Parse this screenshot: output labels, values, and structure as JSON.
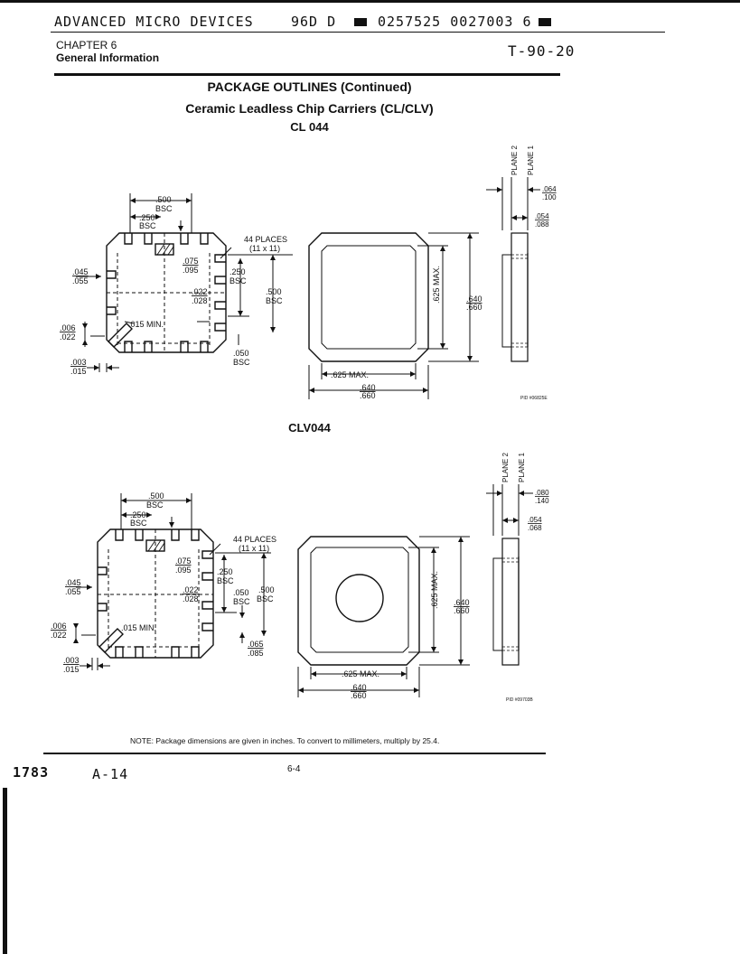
{
  "header": {
    "company": "ADVANCED MICRO DEVICES",
    "code_a": "96D D",
    "code_b": "0257525 0027003 6",
    "chapter": "CHAPTER 6",
    "section": "General Information",
    "ref": "T-90-20"
  },
  "title": "PACKAGE OUTLINES (Continued)",
  "subtitle": "Ceramic Leadless Chip Carriers (CL/CLV)",
  "figures": [
    {
      "name": "CL 044",
      "pid": "PID #06825E",
      "dims": {
        "bsc500": ".500",
        "bsc": "BSC",
        "bsc250": ".250",
        "places": "44 PLACES",
        "grid": "(11 x 11)",
        "d075": ".075",
        "d095": ".095",
        "d045": ".045",
        "d055": ".055",
        "d250": ".250",
        "d022": ".022",
        "d028": ".028",
        "d500": ".500",
        "min015": ".015 MIN.",
        "d006": ".006",
        "d022b": ".022",
        "d050": ".050",
        "d003": ".003",
        "d015": ".015",
        "max625": ".625 MAX.",
        "d640": ".640",
        "d660": ".660",
        "plane2": "PLANE 2",
        "plane1": "PLANE 1",
        "d064": ".064",
        "d100": ".100",
        "d054": ".054",
        "d088": ".088"
      }
    },
    {
      "name": "CLV044",
      "pid": "PID #09703B",
      "dims": {
        "bsc500": ".500",
        "bsc": "BSC",
        "bsc250": ".250",
        "places": "44 PLACES",
        "grid": "(11 x 11)",
        "d075": ".075",
        "d095": ".095",
        "d045": ".045",
        "d055": ".055",
        "d250": ".250",
        "d022": ".022",
        "d028": ".028",
        "d050": ".050",
        "d500": ".500",
        "min015": ".015 MIN.",
        "d006": ".006",
        "d022b": ".022",
        "d065": ".065",
        "d085": ".085",
        "d003": ".003",
        "d015": ".015",
        "max625": ".625 MAX.",
        "d640": ".640",
        "d660": ".660",
        "plane2": "PLANE 2",
        "plane1": "PLANE 1",
        "d080": ".080",
        "d140": ".140",
        "d054": ".054",
        "d068": ".068"
      }
    }
  ],
  "note": "NOTE: Package dimensions are given in inches. To convert to millimeters, multiply by 25.4.",
  "footer": {
    "left": "1783",
    "code": "A-14",
    "page": "6-4"
  }
}
